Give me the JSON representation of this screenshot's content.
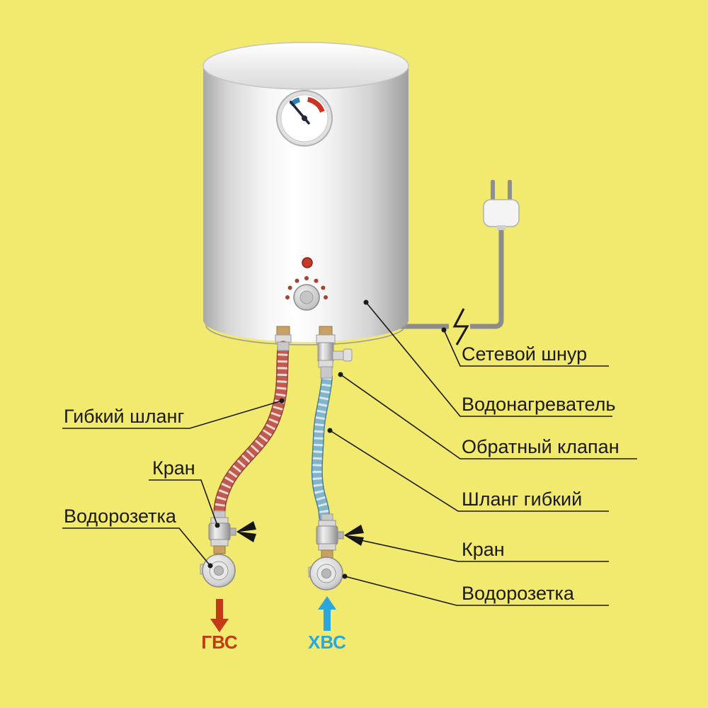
{
  "colors": {
    "background": "#F2E96F",
    "text": "#1A1A1A",
    "hot": "#C33B16",
    "cold": "#29A8E0"
  },
  "callouts": {
    "right": [
      {
        "id": "power-cord",
        "text": "Сетевой шнур"
      },
      {
        "id": "water-heater",
        "text": "Водонагреватель"
      },
      {
        "id": "check-valve",
        "text": "Обратный клапан"
      },
      {
        "id": "flexible-hose",
        "text": "Шланг гибкий"
      },
      {
        "id": "tap",
        "text": "Кран"
      },
      {
        "id": "water-outlet",
        "text": "Водорозетка"
      }
    ],
    "left": [
      {
        "id": "flexible-hose",
        "text": "Гибкий шланг"
      },
      {
        "id": "tap",
        "text": "Кран"
      },
      {
        "id": "water-outlet",
        "text": "Водорозетка"
      }
    ]
  },
  "flows": {
    "hot": "ГВС",
    "cold": "ХВС"
  },
  "icons": {
    "gauge": "thermometer-gauge-icon",
    "led": "power-indicator-led-icon",
    "knob": "thermostat-knob-icon",
    "plug": "power-plug-icon",
    "break": "cord-break-zigzag-icon"
  }
}
